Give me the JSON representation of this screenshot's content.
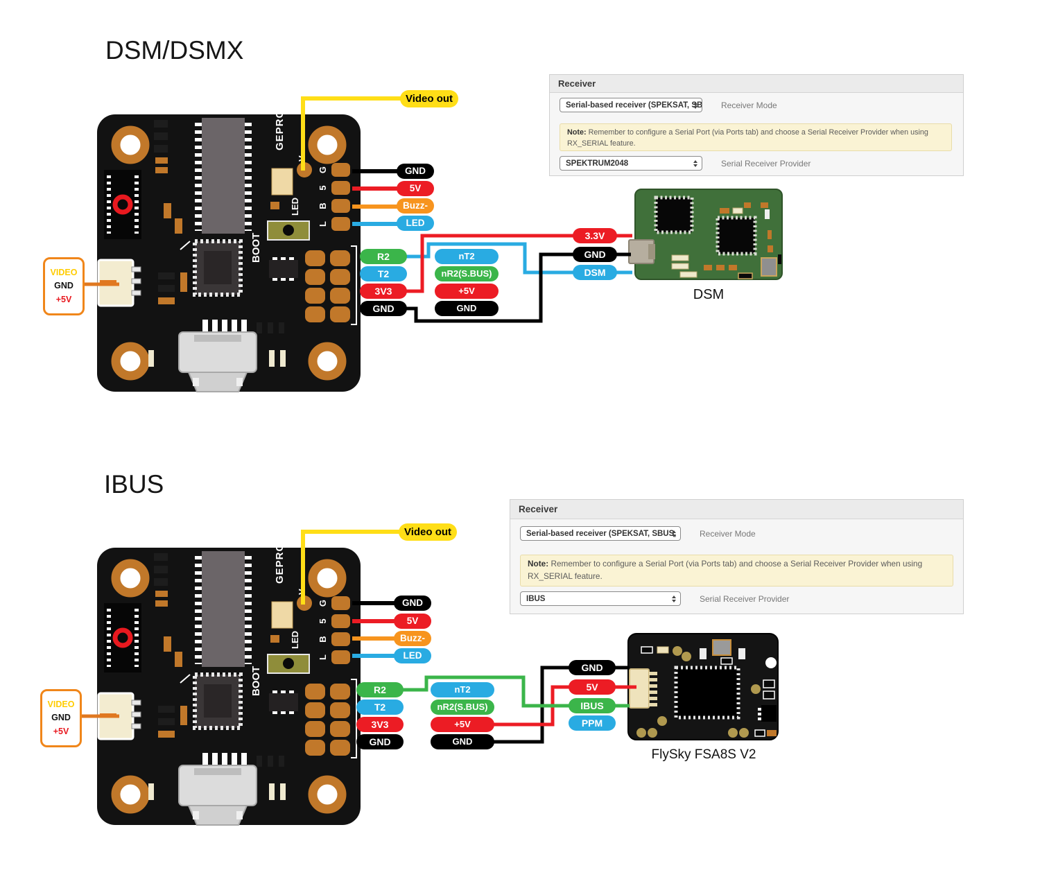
{
  "colors": {
    "green": "#3BB54A",
    "blue": "#29ABE2",
    "red": "#EC1C24",
    "orange": "#F7941E",
    "yellow": "#FFDE17",
    "black": "#000000",
    "wire_orange": "#E07820",
    "board_gold": "#C1782A"
  },
  "sections": {
    "dsm": {
      "title": "DSM/DSMX",
      "video_out_label": "Video out",
      "video_box": {
        "l1": "VIDEO",
        "l2": "GND",
        "l3": "+5V"
      },
      "board": {
        "brand": "GEPRC",
        "led": "LED",
        "boot": "BOOT",
        "pin_v": "V",
        "pin_g": "G",
        "pin_5": "5",
        "pin_b": "B",
        "pin_l": "L"
      },
      "pin_pills": [
        {
          "label": "GND",
          "color": "black"
        },
        {
          "label": "5V",
          "color": "red"
        },
        {
          "label": "Buzz-",
          "color": "orange"
        },
        {
          "label": "LED",
          "color": "blue"
        }
      ],
      "col1": [
        {
          "label": "R2",
          "color": "green"
        },
        {
          "label": "T2",
          "color": "blue"
        },
        {
          "label": "3V3",
          "color": "red"
        },
        {
          "label": "GND",
          "color": "black"
        }
      ],
      "col2": [
        {
          "label": "nT2",
          "color": "blue"
        },
        {
          "label": "nR2(S.BUS)",
          "color": "green"
        },
        {
          "label": "+5V",
          "color": "red"
        },
        {
          "label": "GND",
          "color": "black"
        }
      ],
      "rx_pills": [
        {
          "label": "3.3V",
          "color": "red"
        },
        {
          "label": "GND",
          "color": "black"
        },
        {
          "label": "DSM",
          "color": "blue"
        }
      ],
      "rx_caption": "DSM",
      "panel": {
        "title": "Receiver",
        "mode_value": "Serial-based receiver (SPEKSAT, SBUS,",
        "mode_label": "Receiver Mode",
        "note_bold": "Note:",
        "note_rest": "Remember to configure a Serial Port (via Ports tab) and choose a Serial Receiver Provider when using RX_SERIAL feature.",
        "provider_value": "SPEKTRUM2048",
        "provider_label": "Serial Receiver Provider"
      }
    },
    "ibus": {
      "title": "IBUS",
      "video_out_label": "Video out",
      "video_box": {
        "l1": "VIDEO",
        "l2": "GND",
        "l3": "+5V"
      },
      "board": {
        "brand": "GEPRC",
        "led": "LED",
        "boot": "BOOT",
        "pin_v": "V",
        "pin_g": "G",
        "pin_5": "5",
        "pin_b": "B",
        "pin_l": "L"
      },
      "pin_pills": [
        {
          "label": "GND",
          "color": "black"
        },
        {
          "label": "5V",
          "color": "red"
        },
        {
          "label": "Buzz-",
          "color": "orange"
        },
        {
          "label": "LED",
          "color": "blue"
        }
      ],
      "col1": [
        {
          "label": "R2",
          "color": "green"
        },
        {
          "label": "T2",
          "color": "blue"
        },
        {
          "label": "3V3",
          "color": "red"
        },
        {
          "label": "GND",
          "color": "black"
        }
      ],
      "col2": [
        {
          "label": "nT2",
          "color": "blue"
        },
        {
          "label": "nR2(S.BUS)",
          "color": "green"
        },
        {
          "label": "+5V",
          "color": "red"
        },
        {
          "label": "GND",
          "color": "black"
        }
      ],
      "rx_pills": [
        {
          "label": "GND",
          "color": "black"
        },
        {
          "label": "5V",
          "color": "red"
        },
        {
          "label": "IBUS",
          "color": "green"
        },
        {
          "label": "PPM",
          "color": "blue"
        }
      ],
      "rx_caption": "FlySky FSA8S V2",
      "panel": {
        "title": "Receiver",
        "mode_value": "Serial-based receiver (SPEKSAT, SBUS,",
        "mode_label": "Receiver Mode",
        "note_bold": "Note:",
        "note_rest": "Remember to configure a Serial Port (via Ports tab) and choose a Serial Receiver Provider when using RX_SERIAL feature.",
        "provider_value": "IBUS",
        "provider_label": "Serial Receiver Provider"
      }
    }
  }
}
